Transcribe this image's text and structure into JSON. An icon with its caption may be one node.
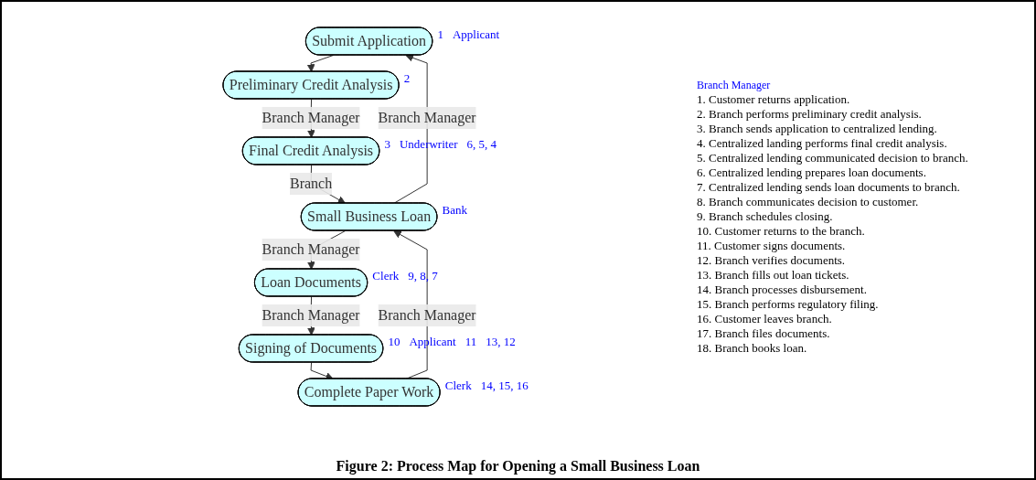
{
  "diagram": {
    "caption": "Figure 2: Process Map for Opening a Small Business Loan",
    "nodes": [
      {
        "text": [
          "Submit Application"
        ],
        "beside": [
          "1",
          "Applicant"
        ]
      },
      {
        "text": [
          "Preliminary Credit Analysis"
        ],
        "beside": [
          "2"
        ]
      },
      {
        "text": [
          "Final Credit Analysis"
        ],
        "beside": [
          "3",
          "Underwriter",
          "6, 5, 4"
        ]
      },
      {
        "text": [
          "Small Business Loan"
        ],
        "beside": [
          "Bank"
        ]
      },
      {
        "text": [
          "Loan Documents"
        ],
        "beside": [
          "Clerk",
          "9, 8, 7"
        ]
      },
      {
        "text": [
          "Signing of Documents"
        ],
        "beside": [
          "10",
          "Applicant",
          "11",
          "13, 12"
        ]
      },
      {
        "text": [
          "Complete Paper Work"
        ],
        "beside": [
          "Clerk",
          "14, 15, 16"
        ]
      }
    ],
    "edges": [
      {
        "from": 0,
        "to": 1,
        "arrow": "to"
      },
      {
        "from": 1,
        "to": 2,
        "arrow": "to",
        "label": "Branch Manager"
      },
      {
        "from": 2,
        "to": 3,
        "arrow": "to",
        "label": "Branch"
      },
      {
        "from": 3,
        "to": 0,
        "arrow": "to",
        "label": "Branch Manager"
      },
      {
        "from": 3,
        "to": 4,
        "arrow": "to",
        "label": "Branch Manager"
      },
      {
        "from": 4,
        "to": 5,
        "arrow": "to",
        "label": "Branch Manager"
      },
      {
        "from": 5,
        "to": 6,
        "arrow": "to"
      },
      {
        "from": 6,
        "to": 3,
        "arrow": "to",
        "label": "Branch Manager"
      }
    ],
    "labels": [
      "Branch Manager",
      "1. Customer returns application.",
      "2. Branch performs preliminary credit analysis.",
      "3. Branch sends application to centralized lending.",
      "4. Centralized landing performs final credit analysis.",
      "5. Centralized lending communicated decision to branch.",
      "6. Centralized lending prepares loan documents.",
      "7. Centralized lending sends loan documents to branch.",
      "8. Branch communicates decision to customer.",
      "9. Branch schedules closing.",
      "10. Customer returns to the branch.",
      "11. Customer signs documents.",
      "12. Branch verifies documents.",
      "13. Branch fills out loan tickets.",
      "14. Branch processes disbursement.",
      "15. Branch performs regulatory filing.",
      "16. Customer leaves branch.",
      "17. Branch files documents.",
      "18. Branch books loan."
    ]
  }
}
